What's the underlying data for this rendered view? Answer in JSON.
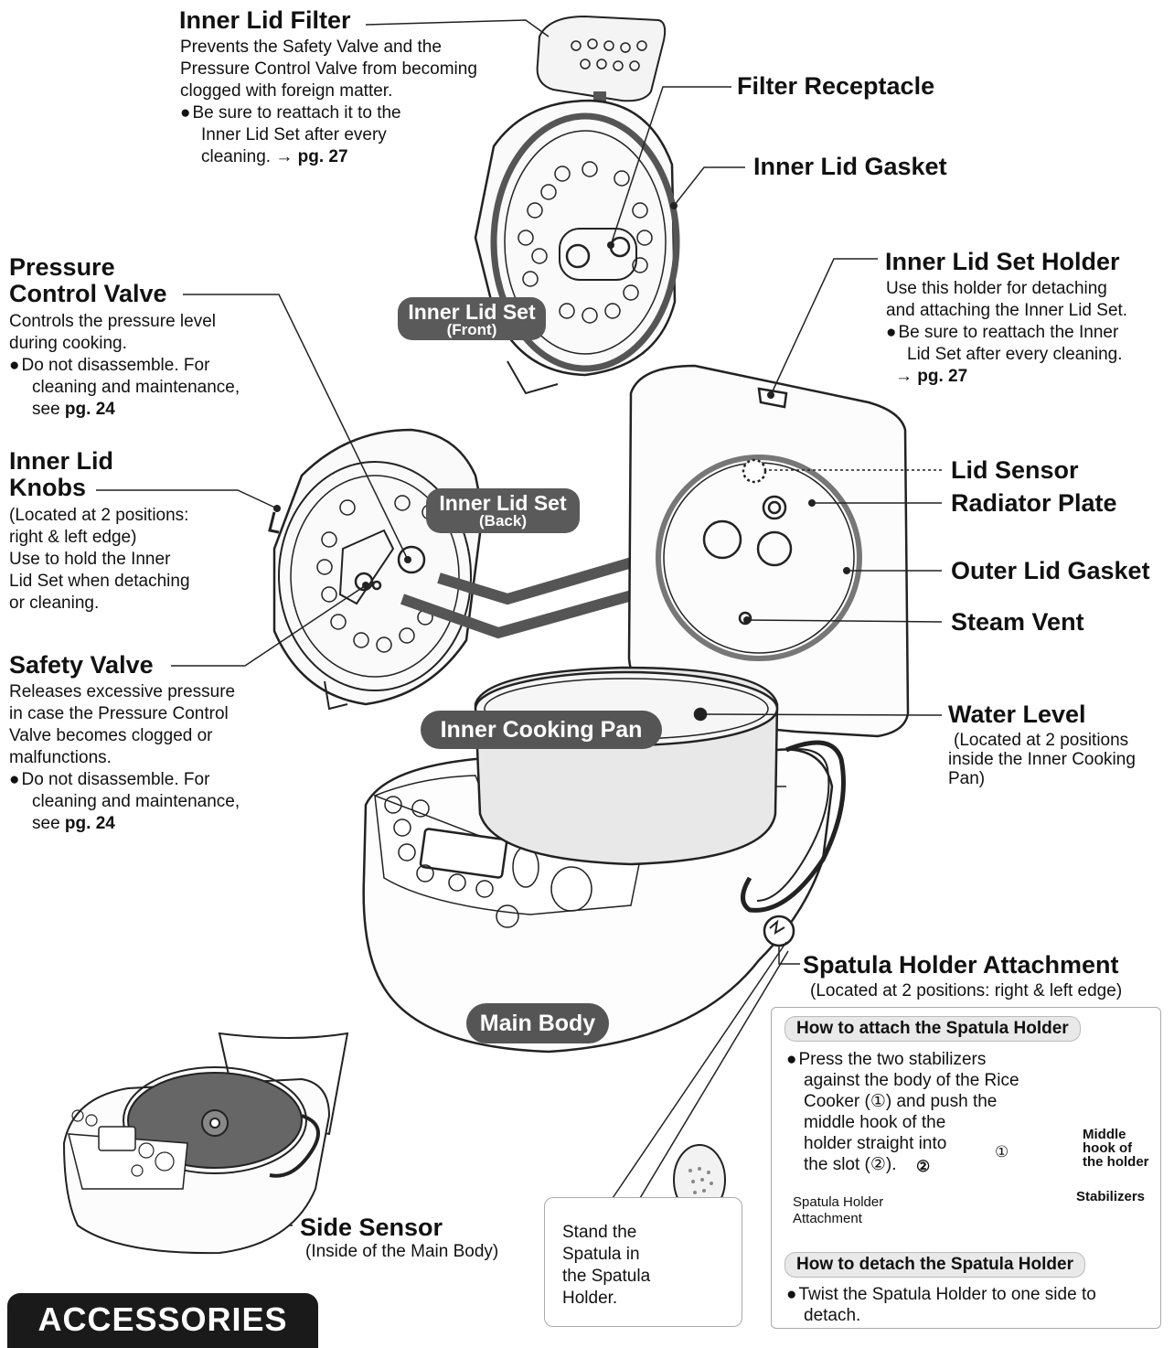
{
  "labels": {
    "inner_lid_filter": {
      "title": "Inner Lid Filter",
      "desc": [
        "Prevents the Safety Valve and the",
        "Pressure Control Valve from becoming",
        "clogged with foreign matter."
      ],
      "bullet": [
        "Be sure to reattach it to the",
        "Inner Lid Set after every",
        "cleaning. → "
      ],
      "page_ref": "pg. 27"
    },
    "filter_receptacle": {
      "title": "Filter Receptacle"
    },
    "inner_lid_gasket": {
      "title": "Inner Lid Gasket"
    },
    "pressure_control_valve": {
      "title": [
        "Pressure",
        "Control Valve"
      ],
      "desc": [
        "Controls the pressure level",
        "during cooking."
      ],
      "bullet": [
        "Do not disassemble. For",
        "cleaning and maintenance,",
        "see "
      ],
      "page_ref": "pg. 24"
    },
    "inner_lid_set_holder": {
      "title": "Inner Lid Set Holder",
      "desc": [
        "Use this holder for detaching",
        "and attaching the Inner Lid Set."
      ],
      "bullet": [
        "Be sure to reattach the Inner",
        "Lid Set after every cleaning."
      ],
      "page_ref": "→ pg. 27"
    },
    "inner_lid_knobs": {
      "title": [
        "Inner Lid",
        "Knobs"
      ],
      "desc": [
        "(Located at 2 positions:",
        "right & left edge)",
        "Use to hold the Inner",
        "Lid Set when detaching",
        "or cleaning."
      ]
    },
    "lid_sensor": {
      "title": "Lid Sensor"
    },
    "radiator_plate": {
      "title": "Radiator Plate"
    },
    "outer_lid_gasket": {
      "title": "Outer Lid Gasket"
    },
    "steam_vent": {
      "title": "Steam Vent"
    },
    "safety_valve": {
      "title": "Safety Valve",
      "desc": [
        "Releases excessive pressure",
        "in case the Pressure Control",
        "Valve becomes clogged or",
        "malfunctions."
      ],
      "bullet": [
        "Do not disassemble. For",
        "cleaning and maintenance,",
        "see "
      ],
      "page_ref": "pg. 24"
    },
    "water_level": {
      "title": "Water Level",
      "desc": [
        "(Located at 2 positions",
        "inside the Inner Cooking",
        "Pan)"
      ]
    },
    "spatula_holder_attachment": {
      "title": "Spatula Holder Attachment",
      "desc": "(Located at 2 positions: right & left edge)"
    },
    "side_sensor": {
      "title": "Side Sensor",
      "desc": "(Inside of the Main Body)"
    }
  },
  "pills": {
    "inner_lid_front": {
      "line1": "Inner Lid Set",
      "line2": "(Front)"
    },
    "inner_lid_back": {
      "line1": "Inner Lid Set",
      "line2": "(Back)"
    },
    "inner_cooking_pan": "Inner Cooking Pan",
    "main_body": "Main Body"
  },
  "spatula_box": {
    "attach_title": "How to attach the Spatula Holder",
    "attach_text": [
      "Press the two stabilizers",
      "against the body of the Rice",
      "Cooker (①) and push the",
      "middle hook of the",
      "holder straight into",
      "the slot (②)."
    ],
    "marker_1": "①",
    "marker_2": "②",
    "middle_hook_label": [
      "Middle",
      "hook of",
      "the holder"
    ],
    "stabilizers_label": "Stabilizers",
    "attachment_label": [
      "Spatula Holder",
      "Attachment"
    ],
    "detach_title": "How to detach the Spatula Holder",
    "detach_text": [
      "Twist the Spatula Holder to one side to",
      "detach."
    ]
  },
  "stand_box": [
    "Stand the",
    "Spatula in",
    "the Spatula",
    "Holder."
  ],
  "accessories_heading": "ACCESSORIES",
  "colors": {
    "pill": "#555555",
    "line": "#222222",
    "arrow": "#555555"
  }
}
